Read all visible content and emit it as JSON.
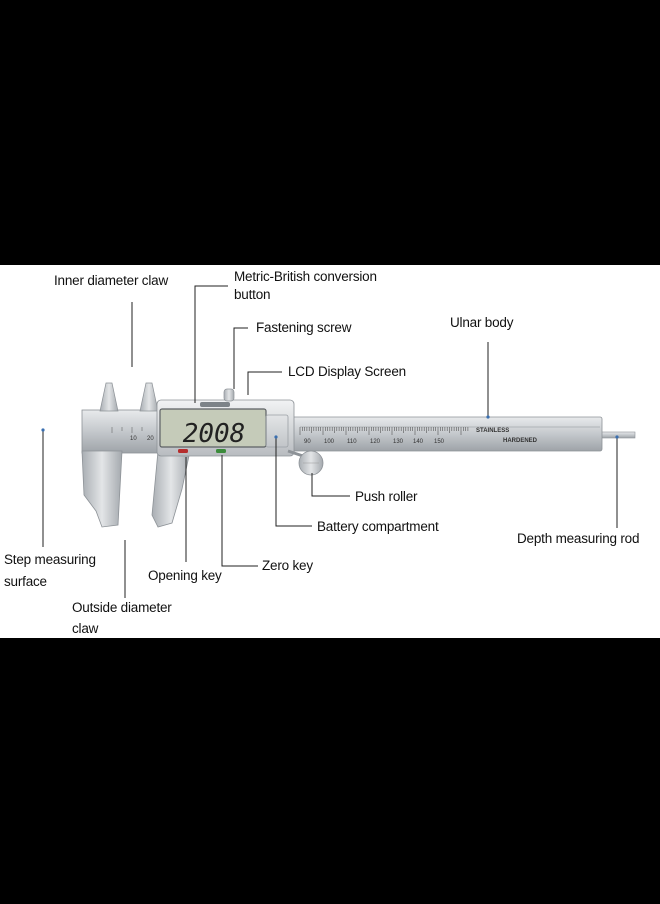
{
  "diagram": {
    "labels": {
      "inner_diameter_claw": "Inner diameter claw",
      "metric_british_line1": "Metric-British conversion",
      "metric_british_line2": "button",
      "fastening_screw": "Fastening screw",
      "ulnar_body": "Ulnar body",
      "lcd_display_screen": "LCD Display Screen",
      "push_roller": "Push roller",
      "battery_compartment": "Battery compartment",
      "depth_measuring_rod": "Depth measuring rod",
      "step_measuring_line1": "Step measuring",
      "step_measuring_line2": "surface",
      "opening_key": "Opening key",
      "zero_key": "Zero key",
      "outside_diameter_line1": "Outside diameter",
      "outside_diameter_line2": "claw"
    },
    "caliper": {
      "lcd_reading": "2008",
      "body_text_1": "STAINLESS",
      "body_text_2": "HARDENED",
      "jaw_scale": [
        "10",
        "20"
      ],
      "main_scale": [
        "90",
        "100",
        "110",
        "120",
        "130",
        "140",
        "150"
      ]
    },
    "colors": {
      "background": "#000000",
      "panel": "#ffffff",
      "steel": "#c9cccf",
      "leader_line": "#222222",
      "lcd": "#c5cbb9"
    }
  }
}
